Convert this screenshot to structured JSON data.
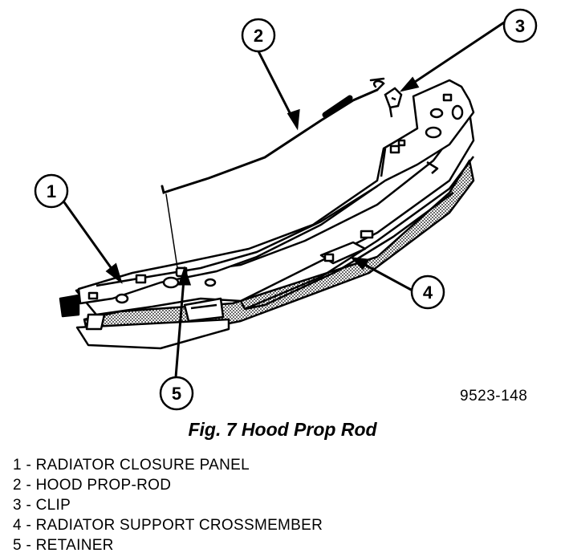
{
  "callouts": {
    "c1": "1",
    "c2": "2",
    "c3": "3",
    "c4": "4",
    "c5": "5"
  },
  "figure_id": "9523-148",
  "caption": "Fig. 7 Hood Prop Rod",
  "legend": [
    {
      "number": "1",
      "label": "1 - RADIATOR CLOSURE PANEL"
    },
    {
      "number": "2",
      "label": "2 - HOOD PROP-ROD"
    },
    {
      "number": "3",
      "label": "3 - CLIP"
    },
    {
      "number": "4",
      "label": "4 - RADIATOR SUPPORT CROSSMEMBER"
    },
    {
      "number": "5",
      "label": "5 - RETAINER"
    }
  ],
  "colors": {
    "line": "#000000",
    "background": "#ffffff",
    "shading": "#555555"
  }
}
